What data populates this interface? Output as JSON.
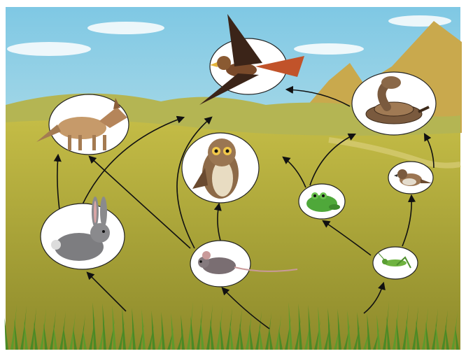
{
  "diagram": {
    "kind": "food-web",
    "organisms": [
      {
        "id": "hawk",
        "icon": "hawk-icon"
      },
      {
        "id": "coyote",
        "icon": "coyote-icon"
      },
      {
        "id": "owl",
        "icon": "owl-icon"
      },
      {
        "id": "snake",
        "icon": "rattlesnake-icon"
      },
      {
        "id": "rabbit",
        "icon": "rabbit-icon"
      },
      {
        "id": "frog",
        "icon": "frog-icon"
      },
      {
        "id": "sparrow",
        "icon": "sparrow-icon"
      },
      {
        "id": "mouse",
        "icon": "mouse-icon"
      },
      {
        "id": "grasshopper",
        "icon": "grasshopper-icon"
      },
      {
        "id": "grass",
        "icon": "grass-icon"
      }
    ],
    "links": [
      {
        "from": "grass",
        "to": "rabbit"
      },
      {
        "from": "grass",
        "to": "mouse"
      },
      {
        "from": "grass",
        "to": "grasshopper"
      },
      {
        "from": "rabbit",
        "to": "coyote"
      },
      {
        "from": "rabbit",
        "to": "hawk"
      },
      {
        "from": "mouse",
        "to": "coyote"
      },
      {
        "from": "mouse",
        "to": "owl"
      },
      {
        "from": "mouse",
        "to": "hawk"
      },
      {
        "from": "grasshopper",
        "to": "frog"
      },
      {
        "from": "grasshopper",
        "to": "sparrow"
      },
      {
        "from": "frog",
        "to": "owl"
      },
      {
        "from": "frog",
        "to": "snake"
      },
      {
        "from": "sparrow",
        "to": "snake"
      },
      {
        "from": "snake",
        "to": "hawk"
      }
    ],
    "colors": {
      "sky_top": "#7fc8e4",
      "sky_bottom": "#e9f4ec",
      "hill_far": "#b7b654",
      "field": "#b3ab3a",
      "field_dark": "#8f8a2a",
      "grass": "#4a8a25",
      "arrow": "#111111",
      "node_fill": "#ffffff",
      "node_stroke": "#222222"
    }
  }
}
